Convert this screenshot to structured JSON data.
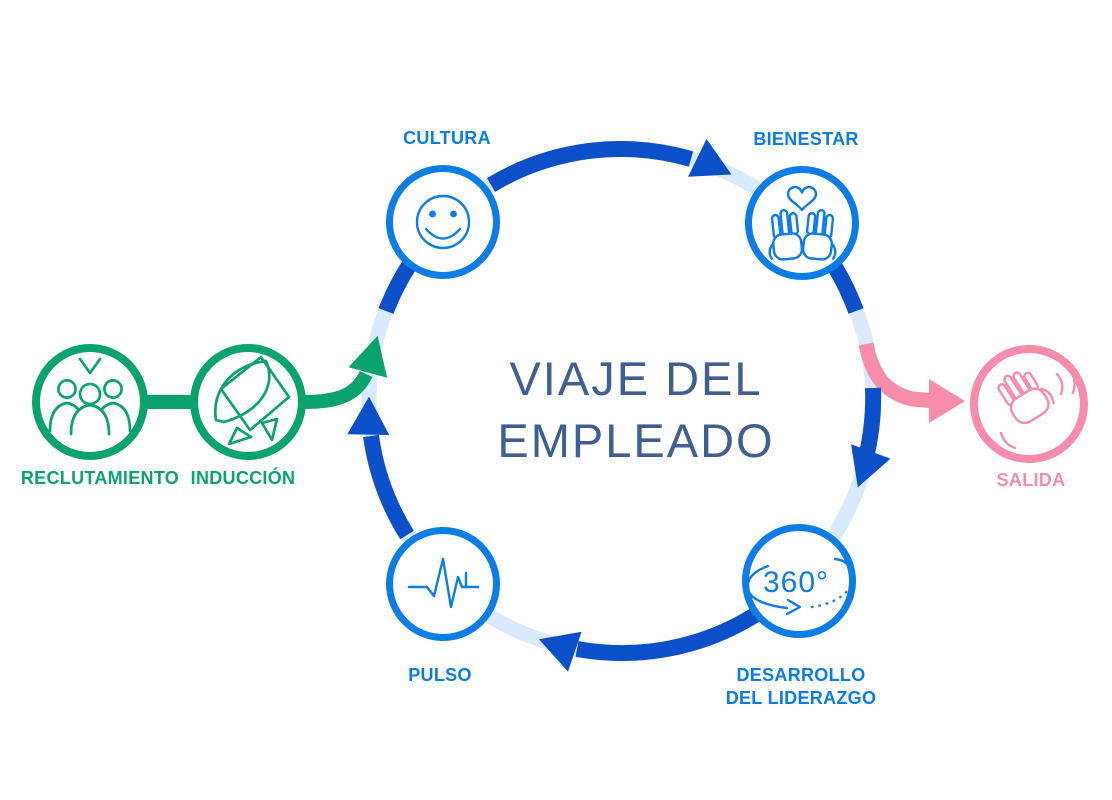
{
  "title": {
    "line1": "VIAJE DEL",
    "line2": "EMPLEADO"
  },
  "colors": {
    "green": "#0ba36c",
    "node_blue": "#0d7de6",
    "dark_blue": "#0b50c8",
    "light_blue": "#d8eafb",
    "pink": "#f78caa",
    "label_blue": "#0b7ce2",
    "title_navy": "#3f5e92"
  },
  "nodes": {
    "reclutamiento": {
      "label": "RECLUTAMIENTO",
      "icon": "people-icon"
    },
    "induccion": {
      "label": "INDUCCIÓN",
      "icon": "rocket-icon"
    },
    "cultura": {
      "label": "CULTURA",
      "icon": "smiley-face-icon"
    },
    "bienestar": {
      "label": "BIENESTAR",
      "icon": "hands-heart-icon"
    },
    "desarrollo": {
      "label_line1": "DESARROLLO",
      "label_line2": "DEL LIDERAZGO",
      "icon": "360-degrees-icon",
      "icon_text": "360°"
    },
    "pulso": {
      "label": "PULSO",
      "icon": "pulse-icon"
    },
    "salida": {
      "label": "SALIDA",
      "icon": "waving-hand-icon"
    }
  },
  "flow": {
    "entry_sequence": [
      "RECLUTAMIENTO",
      "INDUCCIÓN"
    ],
    "cycle_sequence": [
      "CULTURA",
      "BIENESTAR",
      "DESARROLLO DEL LIDERAZGO",
      "PULSO"
    ],
    "exit": "SALIDA",
    "cycle_direction": "clockwise"
  }
}
